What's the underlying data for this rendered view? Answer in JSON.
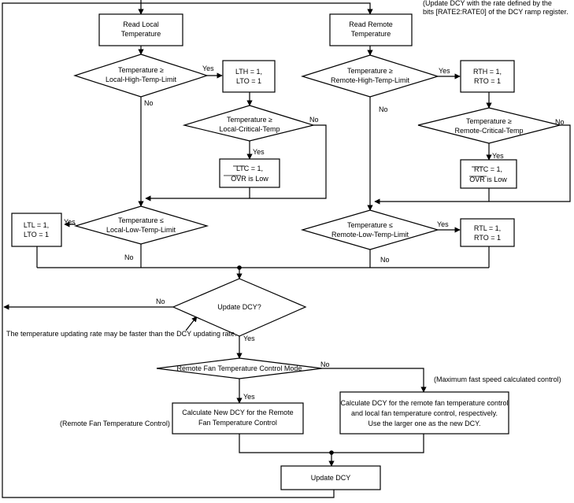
{
  "nodes": {
    "read_local": {
      "lines": [
        "Read Local",
        "Temperature"
      ]
    },
    "read_remote": {
      "lines": [
        "Read Remote",
        "Temperature"
      ]
    },
    "dec_local_high": {
      "lines": [
        "Temperature ≥",
        "Local-High-Temp-Limit"
      ]
    },
    "dec_remote_high": {
      "lines": [
        "Temperature ≥",
        "Remote-High-Temp-Limit"
      ]
    },
    "box_lth": {
      "lines": [
        "LTH = 1,",
        "LTO = 1"
      ]
    },
    "box_rth": {
      "lines": [
        "RTH = 1,",
        "RTO = 1"
      ]
    },
    "dec_local_crit": {
      "lines": [
        "Temperature ≥",
        "Local-Critical-Temp"
      ]
    },
    "dec_remote_crit": {
      "lines": [
        "Temperature ≥",
        "Remote-Critical-Temp"
      ]
    },
    "box_ltc": {
      "lines": [
        "LTC = 1,",
        "OVR is Low"
      ]
    },
    "box_rtc": {
      "lines": [
        "RTC = 1,",
        "OVR is Low"
      ]
    },
    "dec_local_low": {
      "lines": [
        "Temperature ≤",
        "Local-Low-Temp-Limit"
      ]
    },
    "dec_remote_low": {
      "lines": [
        "Temperature ≤",
        "Remote-Low-Temp-Limit"
      ]
    },
    "box_ltl": {
      "lines": [
        "LTL = 1,",
        "LTO = 1"
      ]
    },
    "box_rtl": {
      "lines": [
        "RTL = 1,",
        "RTO = 1"
      ]
    },
    "dec_update": {
      "lines": [
        "Update DCY?"
      ]
    },
    "dec_mode": {
      "lines": [
        "Remote Fan Temperature Control Mode"
      ]
    },
    "box_calc_remote": {
      "lines": [
        "Calculate New DCY for the Remote",
        "Fan Temperature Control"
      ]
    },
    "box_calc_max": {
      "lines": [
        "Calculate DCY for the remote fan temperature control",
        "and local fan temperature control, respectively.",
        "Use the larger one as the new DCY."
      ]
    },
    "box_update": {
      "lines": [
        "Update DCY"
      ]
    }
  },
  "branch_labels": {
    "yes": "Yes",
    "no": "No"
  },
  "notes": {
    "top_note": [
      "(Update DCY with the rate defined by the",
      "bits [RATE2:RATE0] of the DCY ramp register."
    ],
    "rate_note": "The temperature updating rate may be faster than the DCY updating rate.",
    "remote_control_note": "(Remote Fan Temperature Control)",
    "max_speed_note": "(Maximum fast speed calculated control)"
  }
}
